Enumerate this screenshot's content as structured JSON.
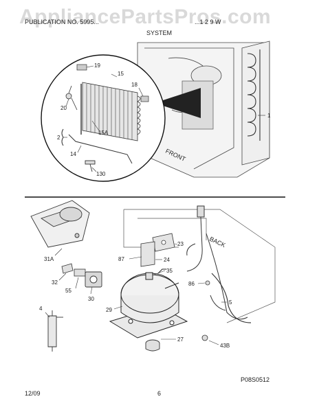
{
  "watermark": "AppliancePartsPros.com",
  "header": {
    "left_text": "PUBLICATION NO. 5995...",
    "right_text": "...1 2 9 W",
    "section": "SYSTEM"
  },
  "labels": {
    "top": [
      "19",
      "15",
      "18",
      "20",
      "15A",
      "2",
      "14",
      "130",
      "1"
    ],
    "front": "FRONT",
    "back": "BACK",
    "bottom": [
      "31A",
      "87",
      "23",
      "24",
      "35",
      "32",
      "55",
      "30",
      "86",
      "4",
      "29",
      "5",
      "27",
      "43B"
    ]
  },
  "footer": {
    "date": "12/09",
    "page": "6",
    "diagram_code": "P08S0512"
  }
}
